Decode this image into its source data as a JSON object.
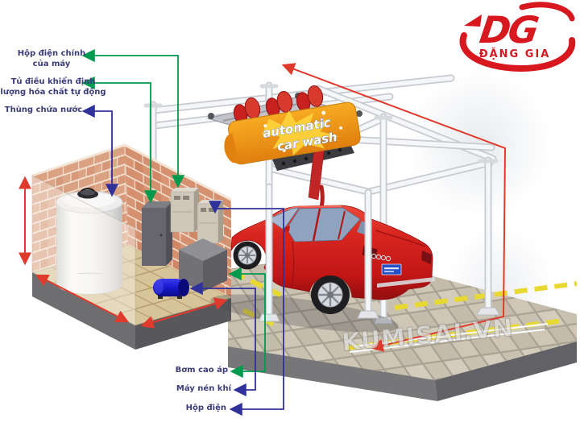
{
  "brand": {
    "monogram": "DG",
    "name": "ĐẶNG GIA"
  },
  "watermark": "KUMISAI.VN",
  "machine_banner": {
    "line1": "automatic",
    "line2": "car wash"
  },
  "callouts": {
    "main_electric_box": {
      "line1": "Hộp điện chính",
      "line2": "của máy"
    },
    "dosing_control_cabinet": {
      "line1": "Tủ điều khiển định",
      "line2": "lượng hóa chất tự động"
    },
    "water_tank": {
      "label": "Thùng chứa nước"
    },
    "high_pressure_pump": {
      "label": "Bơm cao áp"
    },
    "air_compressor": {
      "label": "Máy nén khí"
    },
    "electric_box": {
      "label": "Hộp điện"
    }
  },
  "colors": {
    "callout_green": "#009a4e",
    "callout_navy": "#31319b",
    "dimension_red": "#e03a2c",
    "brand_red": "#d8181f",
    "machine_orange": "#f0941e",
    "car_red": "#cf1f1f",
    "compressor_blue": "#1818cc"
  }
}
